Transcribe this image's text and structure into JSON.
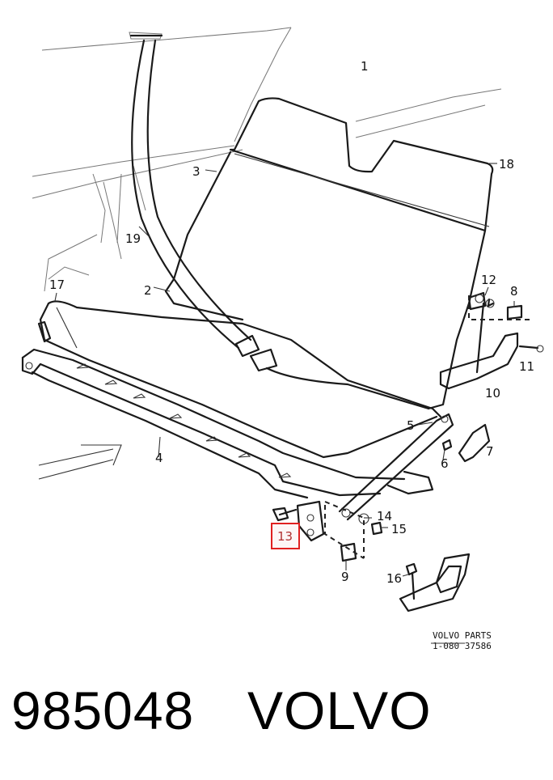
{
  "diagram": {
    "labels": [
      "1",
      "3",
      "18",
      "19",
      "2",
      "17",
      "12",
      "8",
      "11",
      "10",
      "5",
      "6",
      "7",
      "4",
      "14",
      "15",
      "13",
      "9",
      "16"
    ],
    "highlighted_label": "13",
    "highlight_color": "#e02020",
    "source_line1": "VOLVO PARTS",
    "source_line2": "1-080 37586"
  },
  "footer": {
    "part_number": "985048",
    "brand": "VOLVO"
  }
}
